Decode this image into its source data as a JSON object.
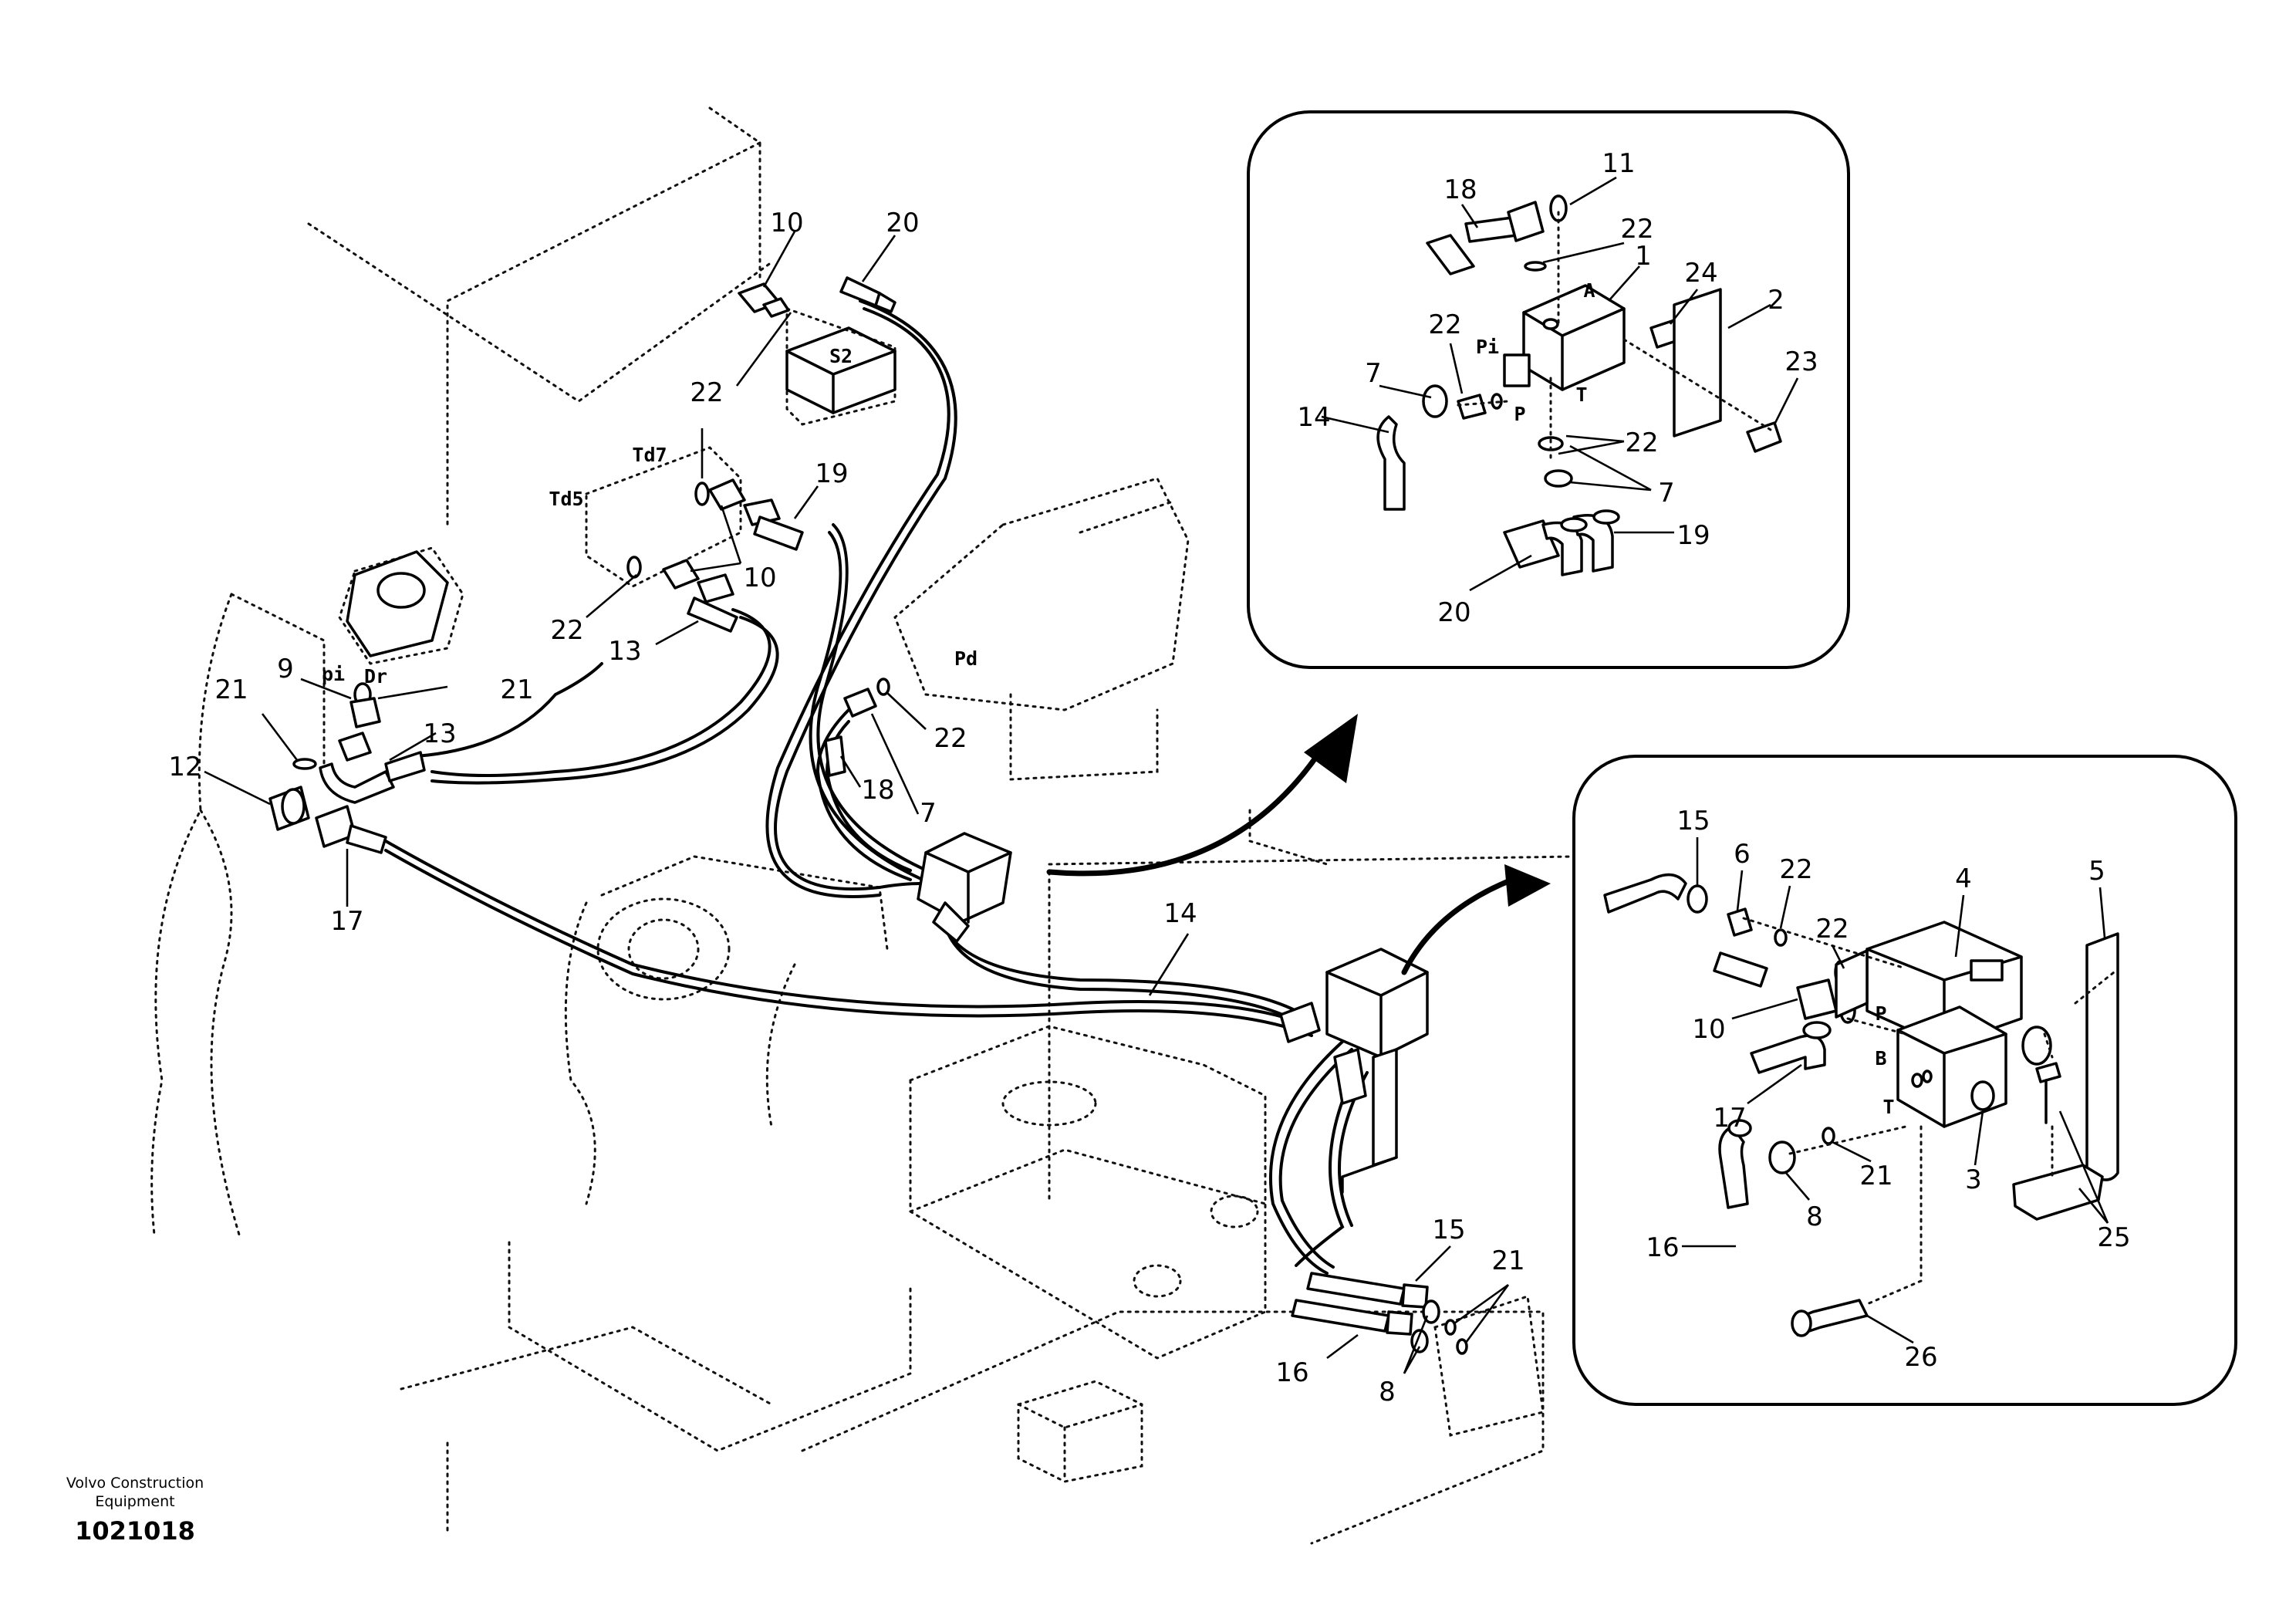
{
  "footer": {
    "brand_line1": "Volvo Construction",
    "brand_line2": "Equipment",
    "drawing_number": "1021018"
  },
  "main_labels": {
    "l10a": "10",
    "l20a": "20",
    "l22a": "22",
    "lS2": "S2",
    "lTd7": "Td7",
    "lTd5": "Td5",
    "l19a": "19",
    "l10b": "10",
    "l22b": "22",
    "l13a": "13",
    "l9": "9",
    "lPi": "pi",
    "lDr": "Dr",
    "l21a": "21",
    "l21b": "21",
    "l13b": "13",
    "l12": "12",
    "l17": "17",
    "lPd": "Pd",
    "l22c": "22",
    "l18": "18",
    "l7": "7",
    "l14": "14",
    "l15": "15",
    "l16": "16",
    "l21c": "21",
    "l8": "8"
  },
  "detail_top": {
    "l18": "18",
    "l11": "11",
    "l22a": "22",
    "lA": "A",
    "l1": "1",
    "l24": "24",
    "l2": "2",
    "l22b": "22",
    "lPi": "Pi",
    "l23": "23",
    "l7a": "7",
    "l14": "14",
    "lP": "P",
    "lT": "T",
    "l22c": "22",
    "l7b": "7",
    "l19": "19",
    "l20": "20"
  },
  "detail_bottom": {
    "l15": "15",
    "l6": "6",
    "l22a": "22",
    "l4": "4",
    "l5": "5",
    "l22b": "22",
    "l10": "10",
    "lP": "P",
    "lB": "B",
    "l17": "17",
    "lT": "T",
    "l21": "21",
    "l3": "3",
    "l8": "8",
    "l25": "25",
    "l16": "16",
    "l26": "26"
  }
}
